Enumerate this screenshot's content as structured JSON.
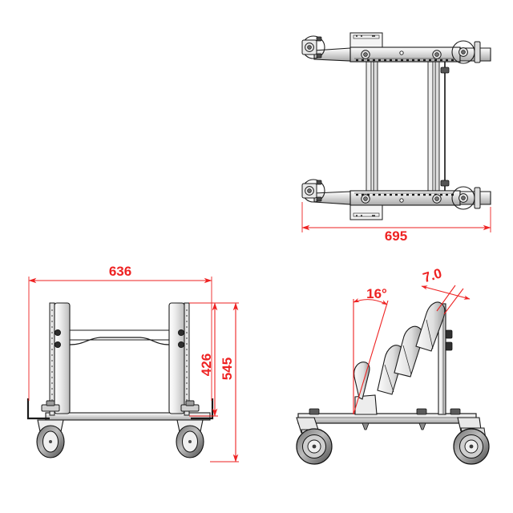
{
  "drawing": {
    "background_color": "#ffffff",
    "line_color": "#1a1a1a",
    "dimension_color": "#ee2222",
    "fill_light": "#f2f2f2",
    "fill_mid": "#d8d8d8",
    "fill_dark": "#9a9a9a",
    "views": [
      {
        "id": "top-view",
        "name": "top-view",
        "position": "top-right"
      },
      {
        "id": "front-view",
        "name": "front-view",
        "position": "bottom-left"
      },
      {
        "id": "side-view",
        "name": "side-view",
        "position": "bottom-right"
      }
    ]
  },
  "dimensions": {
    "top_view_width": "695",
    "front_view_width": "636",
    "front_view_inner_height": "426",
    "front_view_overall_height": "545",
    "side_view_rack_angle": "16°",
    "side_view_fin_thickness": "7.0"
  },
  "labels": {
    "d695": "695",
    "d636": "636",
    "d426": "426",
    "d545": "545",
    "a16": "16°",
    "t70": "7.0"
  }
}
